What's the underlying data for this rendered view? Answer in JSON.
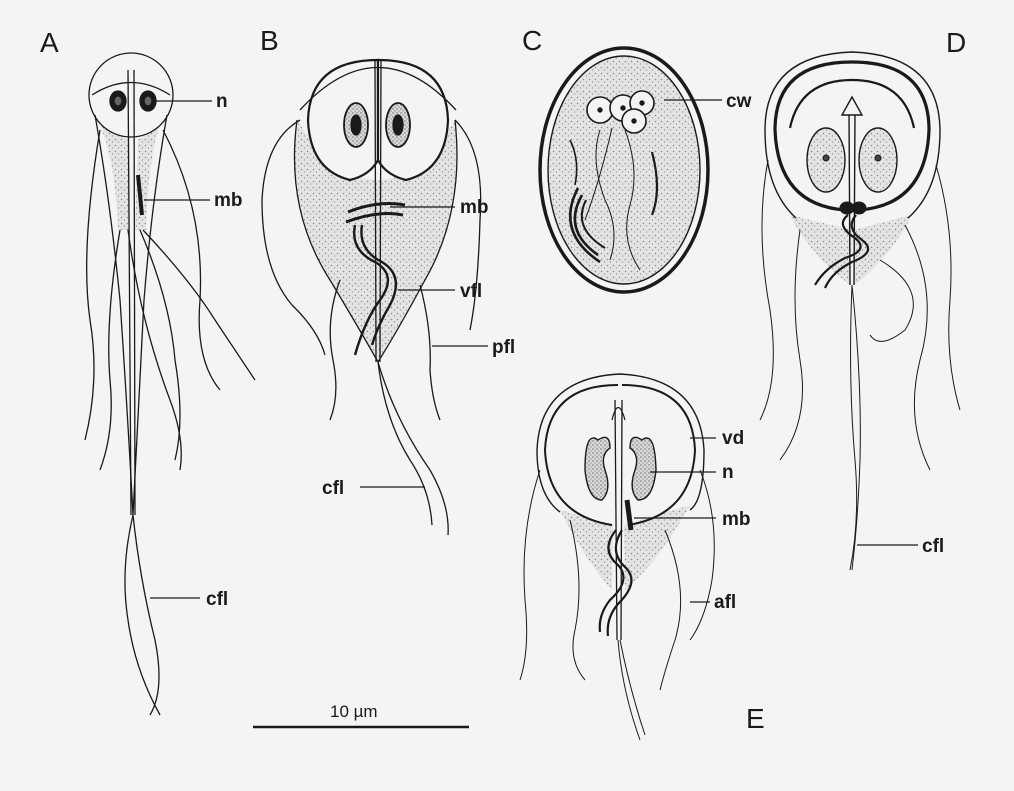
{
  "panels": {
    "A": {
      "letter": "A",
      "labels": {
        "n": "n",
        "mb": "mb",
        "cfl": "cfl"
      }
    },
    "B": {
      "letter": "B",
      "labels": {
        "mb": "mb",
        "vfl": "vfl",
        "pfl": "pfl",
        "cfl": "cfl"
      }
    },
    "C": {
      "letter": "C",
      "labels": {
        "cw": "cw"
      }
    },
    "D": {
      "letter": "D",
      "labels": {
        "cfl": "cfl"
      }
    },
    "E": {
      "letter": "E",
      "labels": {
        "vd": "vd",
        "n": "n",
        "mb": "mb",
        "afl": "afl"
      }
    }
  },
  "scale_bar": {
    "label": "10 µm"
  },
  "colors": {
    "ink": "#1a1a1a",
    "paper": "#f4f4f2",
    "stipple": "#bdbdbd"
  }
}
